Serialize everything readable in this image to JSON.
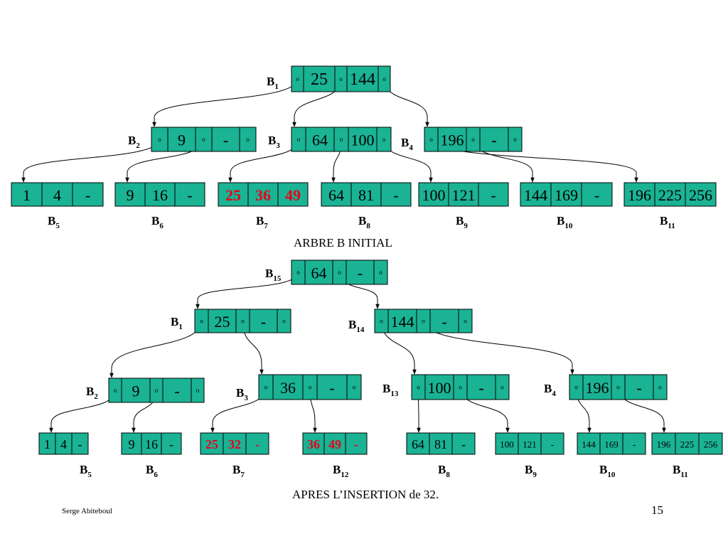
{
  "colors": {
    "node_fill": "#1ab394",
    "highlight_text": "#e8001c",
    "line": "#000000"
  },
  "pointer_glyph": "o",
  "captions": {
    "top": "ARBRE B INITIAL",
    "bottom": "APRES L’INSERTION de 32."
  },
  "footer": {
    "author": "Serge Abiteboul",
    "page": "15"
  },
  "initial_tree": {
    "internal_nodes": [
      {
        "id": "B1",
        "name": "B",
        "sub": "1",
        "keys": [
          "25",
          "144"
        ]
      },
      {
        "id": "B2",
        "name": "B",
        "sub": "2",
        "keys": [
          "9",
          "-"
        ]
      },
      {
        "id": "B3",
        "name": "B",
        "sub": "3",
        "keys": [
          "64",
          "100"
        ]
      },
      {
        "id": "B4",
        "name": "B",
        "sub": "4",
        "keys": [
          "196",
          "-"
        ]
      }
    ],
    "leaves": [
      {
        "id": "B5",
        "name": "B",
        "sub": "5",
        "keys": [
          "1",
          "4",
          "-"
        ]
      },
      {
        "id": "B6",
        "name": "B",
        "sub": "6",
        "keys": [
          "9",
          "16",
          "-"
        ]
      },
      {
        "id": "B7",
        "name": "B",
        "sub": "7",
        "keys": [
          "25",
          "36",
          "49"
        ],
        "highlight": true
      },
      {
        "id": "B8",
        "name": "B",
        "sub": "8",
        "keys": [
          "64",
          "81",
          "-"
        ]
      },
      {
        "id": "B9",
        "name": "B",
        "sub": "9",
        "keys": [
          "100",
          "121",
          "-"
        ]
      },
      {
        "id": "B10",
        "name": "B",
        "sub": "10",
        "keys": [
          "144",
          "169",
          "-"
        ]
      },
      {
        "id": "B11",
        "name": "B",
        "sub": "11",
        "keys": [
          "196",
          "225",
          "256"
        ]
      }
    ]
  },
  "after_tree": {
    "internal_nodes": [
      {
        "id": "B15",
        "name": "B",
        "sub": "15",
        "keys": [
          "64",
          "-"
        ]
      },
      {
        "id": "B1",
        "name": "B",
        "sub": "1",
        "keys": [
          "25",
          "-"
        ]
      },
      {
        "id": "B14",
        "name": "B",
        "sub": "14",
        "keys": [
          "144",
          "-"
        ]
      },
      {
        "id": "B2",
        "name": "B",
        "sub": "2",
        "keys": [
          "9",
          "-"
        ]
      },
      {
        "id": "B3",
        "name": "B",
        "sub": "3",
        "keys": [
          "36",
          "-"
        ]
      },
      {
        "id": "B13",
        "name": "B",
        "sub": "13",
        "keys": [
          "100",
          "-"
        ]
      },
      {
        "id": "B4",
        "name": "B",
        "sub": "4",
        "keys": [
          "196",
          "-"
        ]
      }
    ],
    "leaves": [
      {
        "id": "B5",
        "name": "B",
        "sub": "5",
        "keys": [
          "1",
          "4",
          "-"
        ]
      },
      {
        "id": "B6",
        "name": "B",
        "sub": "6",
        "keys": [
          "9",
          "16",
          "-"
        ]
      },
      {
        "id": "B7",
        "name": "B",
        "sub": "7",
        "keys": [
          "25",
          "32",
          "-"
        ],
        "highlight": true
      },
      {
        "id": "B12",
        "name": "B",
        "sub": "12",
        "keys": [
          "36",
          "49",
          "-"
        ],
        "highlight": true
      },
      {
        "id": "B8",
        "name": "B",
        "sub": "8",
        "keys": [
          "64",
          "81",
          "-"
        ]
      },
      {
        "id": "B9",
        "name": "B",
        "sub": "9",
        "keys": [
          "100",
          "121",
          "-"
        ]
      },
      {
        "id": "B10",
        "name": "B",
        "sub": "10",
        "keys": [
          "144",
          "169",
          "-"
        ]
      },
      {
        "id": "B11",
        "name": "B",
        "sub": "11",
        "keys": [
          "196",
          "225",
          "256"
        ]
      }
    ]
  }
}
